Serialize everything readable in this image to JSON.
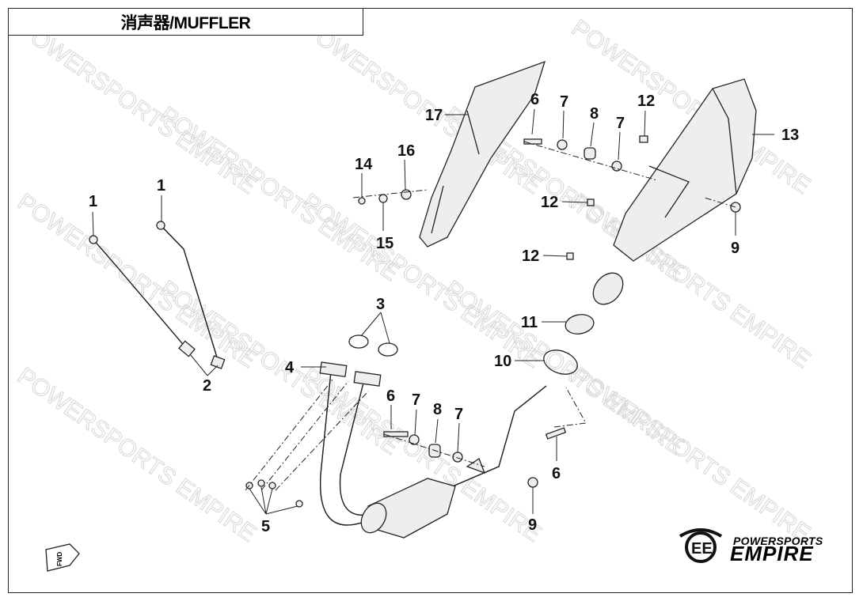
{
  "title": "消声器/MUFFLER",
  "watermark": "POWERSPORTS EMPIRE",
  "fwd_label": "FWD",
  "logo": {
    "line1": "POWERSPORTS",
    "line2": "EMPIRE"
  },
  "callouts": [
    "17",
    "6",
    "7",
    "8",
    "7",
    "12",
    "13",
    "14",
    "16",
    "15",
    "12",
    "12",
    "9",
    "1",
    "1",
    "2",
    "3",
    "4",
    "6",
    "7",
    "8",
    "7",
    "11",
    "10",
    "6",
    "5",
    "9"
  ]
}
